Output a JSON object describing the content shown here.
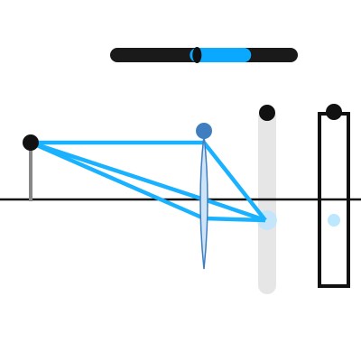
{
  "colors": {
    "ray": "#1ab2ff",
    "axis": "#111111",
    "track": "#1a1a1a",
    "slider_fill": "#0ba8ff",
    "lens_stroke": "#3d7fc1",
    "lens_fill": "#cfe4f7",
    "handle_blue": "#3f7fbf",
    "screen": "#e6e6e6",
    "image_spot": "#bde6ff",
    "object_post": "#888888",
    "handle_dark": "#111111"
  },
  "icons": {
    "object": "black-dot-on-post",
    "lens": "biconvex-lens",
    "screen": "translucent-vertical-bar",
    "detector": "black-outlined-rectangle"
  },
  "slider": {
    "range_start": 0.0,
    "range_end": 1.0,
    "value_start": 0.46,
    "value_end": 0.73
  }
}
